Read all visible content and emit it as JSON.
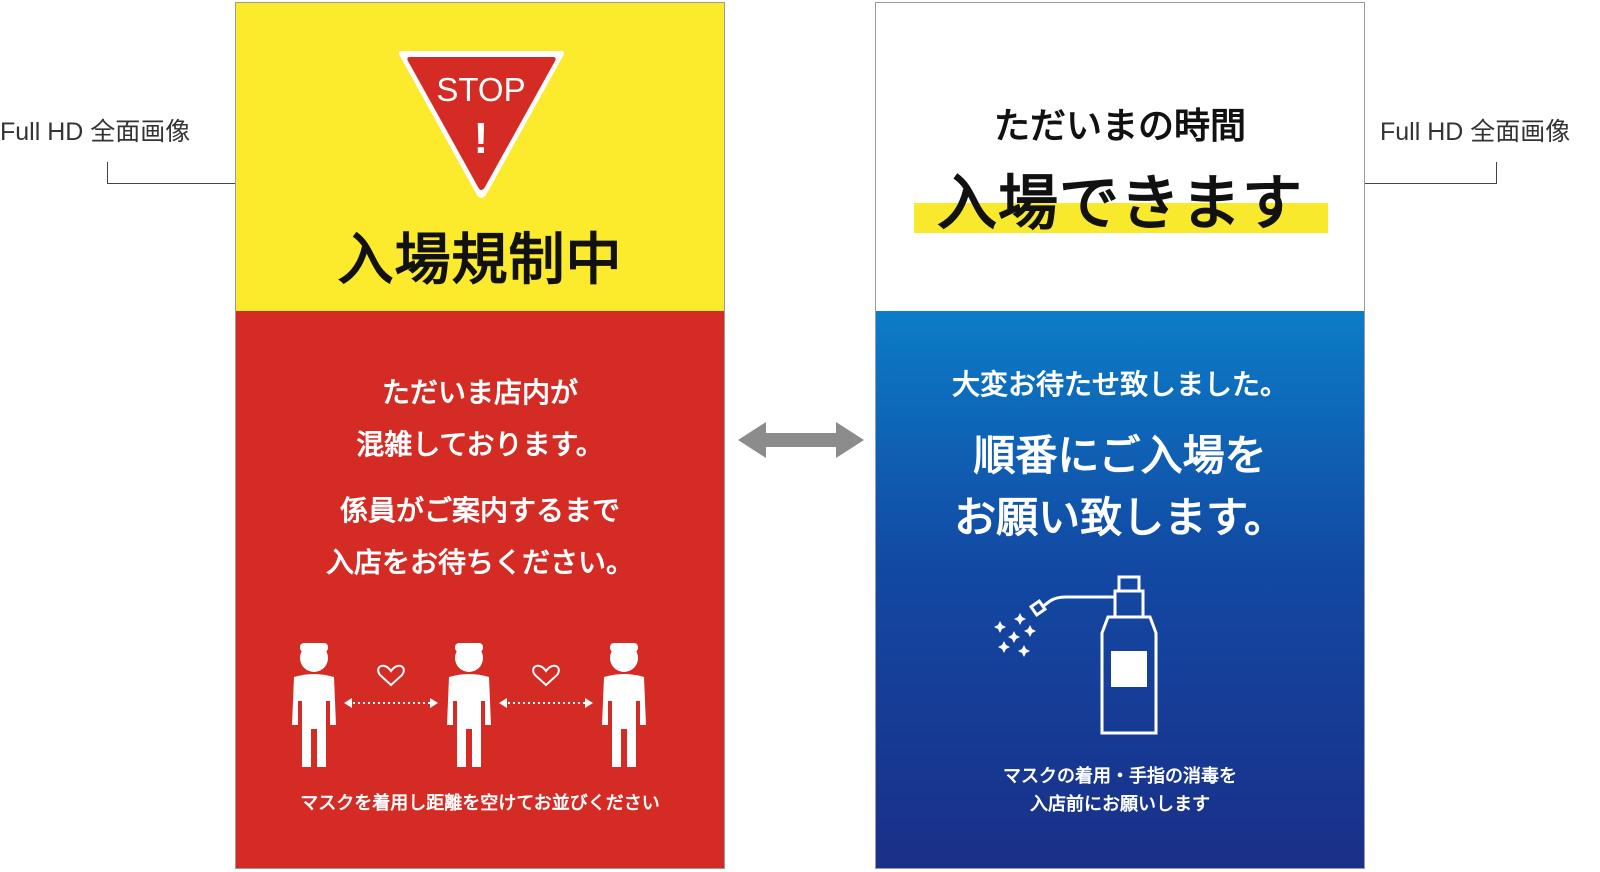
{
  "labels": {
    "left": "Full HD 全面画像",
    "right": "Full HD 全面画像"
  },
  "left_panel": {
    "stop_sign": {
      "text": "STOP",
      "mark": "!",
      "icon": "stop-triangle-icon"
    },
    "headline": "入場規制中",
    "message_1": [
      "ただいま店内が",
      "混雑しております。"
    ],
    "message_2": [
      "係員がご案内するまで",
      "入店をお待ちください。"
    ],
    "distancing_icon": "social-distancing-people-icon",
    "caption": "マスクを着用し距離を空けてお並びください",
    "colors": {
      "top": "#fcea2d",
      "bottom": "#d42b24"
    }
  },
  "right_panel": {
    "subheadline": "ただいまの時間",
    "headline": "入場できます",
    "message_1": "大変お待たせ致しました。",
    "message_2": [
      "順番にご入場を",
      "お願い致します。"
    ],
    "spray_icon": "sanitizer-spray-bottle-icon",
    "caption": [
      "マスクの着用・手指の消毒を",
      "入店前にお願いします"
    ],
    "colors": {
      "top": "#ffffff",
      "highlight": "#f8e92c",
      "gradient_start": "#0b7dc8",
      "gradient_end": "#1a2f88"
    }
  },
  "transition_icon": "double-arrow-icon"
}
